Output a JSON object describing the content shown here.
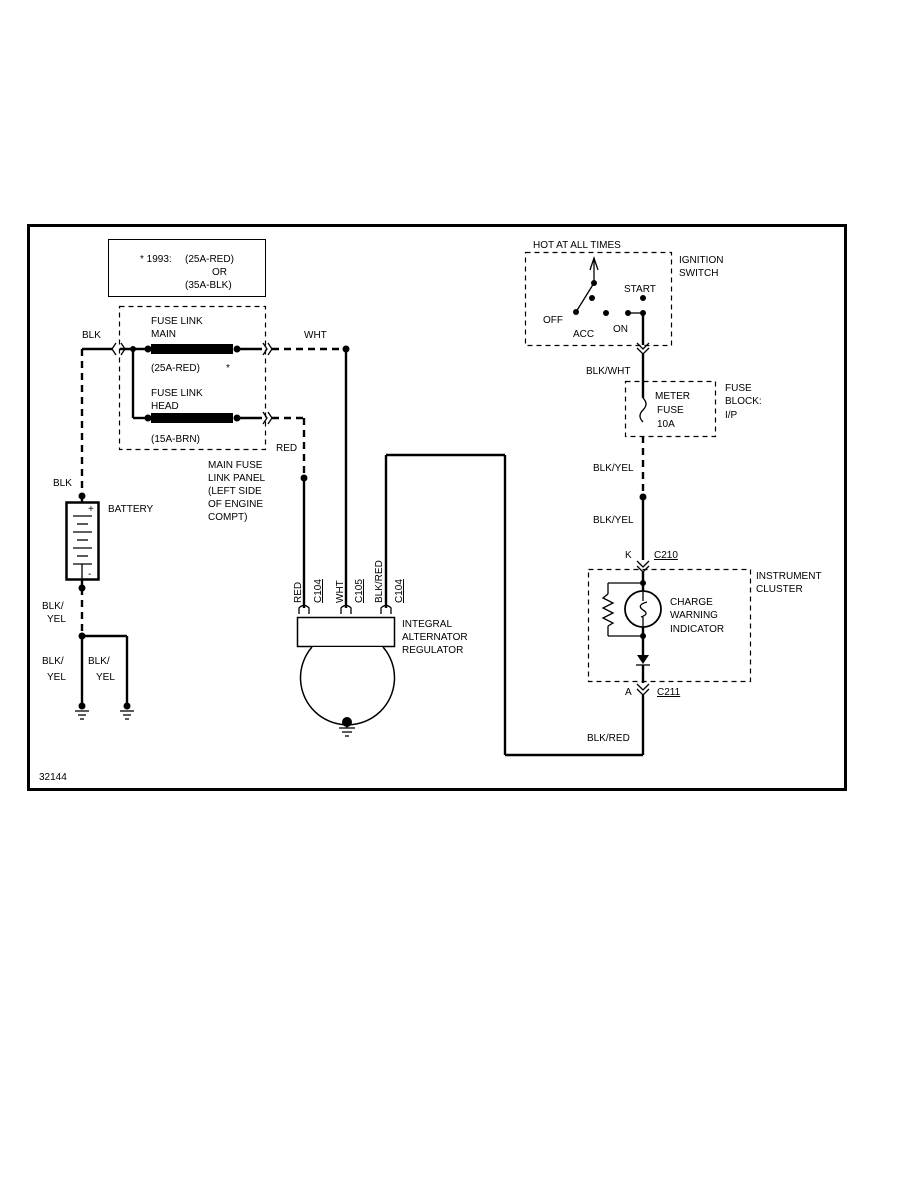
{
  "frame": {
    "figure_number": "32144"
  },
  "note_box": {
    "line1_prefix": "* 1993:",
    "line1_value": "(25A-RED)",
    "line2": "OR",
    "line3": "(35A-BLK)"
  },
  "fuse_link_panel": {
    "main_label_1": "FUSE LINK",
    "main_label_2": "MAIN",
    "main_rating": "(25A-RED)",
    "main_asterisk": "*",
    "head_label_1": "FUSE LINK",
    "head_label_2": "HEAD",
    "head_rating": "(15A-BRN)",
    "caption": [
      "MAIN FUSE",
      "LINK PANEL",
      "(LEFT SIDE",
      "OF ENGINE",
      "COMPT)"
    ]
  },
  "wires": {
    "blk_top": "BLK",
    "wht": "WHT",
    "red": "RED",
    "blk_battery": "BLK",
    "blk_yel_1": [
      "BLK/",
      "YEL"
    ],
    "blk_yel_2": [
      "BLK/",
      "YEL"
    ],
    "blk_yel_3": [
      "BLK/",
      "YEL"
    ],
    "blk_wht": "BLK/WHT",
    "blk_yel_fuse": "BLK/YEL",
    "blk_yel_c210": "BLK/YEL",
    "blk_red_bottom": "BLK/RED"
  },
  "battery": {
    "label": "BATTERY",
    "plus": "+",
    "minus": "-"
  },
  "alternator": {
    "pins": [
      {
        "color": "RED",
        "connector": "C104"
      },
      {
        "color": "WHT",
        "connector": "C105"
      },
      {
        "color": "BLK/RED",
        "connector": "C104"
      }
    ],
    "label": [
      "INTEGRAL",
      "ALTERNATOR",
      "REGULATOR"
    ]
  },
  "ignition": {
    "hot_label": "HOT AT ALL TIMES",
    "title": [
      "IGNITION",
      "SWITCH"
    ],
    "off": "OFF",
    "acc": "ACC",
    "on": "ON",
    "start": "START"
  },
  "fuse_block": {
    "fuse_name": [
      "METER",
      "FUSE",
      "10A"
    ],
    "title": [
      "FUSE",
      "BLOCK:",
      "I/P"
    ]
  },
  "cluster": {
    "title": [
      "INSTRUMENT",
      "CLUSTER"
    ],
    "indicator": [
      "CHARGE",
      "WARNING",
      "INDICATOR"
    ],
    "c210_pin": "K",
    "c210": "C210",
    "c211_pin": "A",
    "c211": "C211"
  }
}
